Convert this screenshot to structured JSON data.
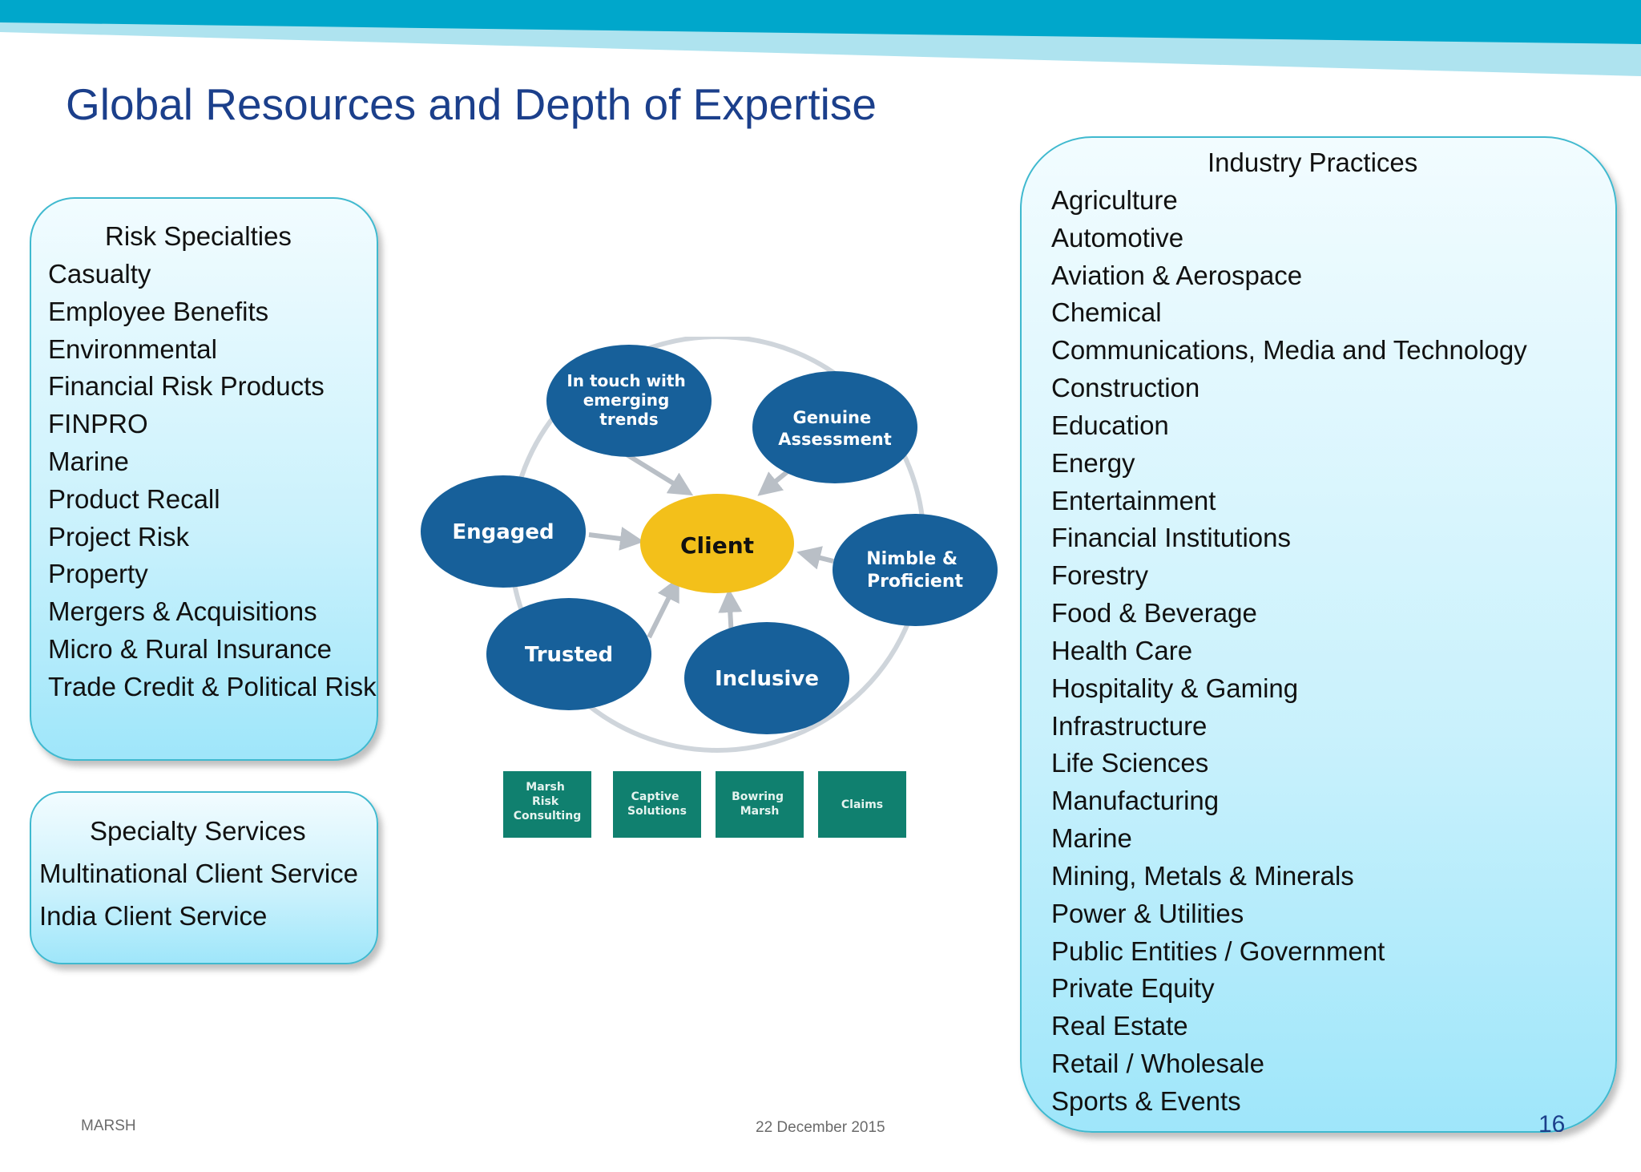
{
  "slide": {
    "title": "Global Resources and Depth of Expertise"
  },
  "risk_specialties": {
    "heading": "Risk Specialties",
    "items": [
      "Casualty",
      "Employee Benefits",
      "Environmental",
      "Financial Risk Products",
      "FINPRO",
      "Marine",
      "Product Recall",
      "Project Risk",
      "Property",
      "Mergers & Acquisitions",
      "Micro & Rural Insurance",
      "Trade Credit & Political Risk"
    ]
  },
  "specialty_services": {
    "heading": "Specialty Services",
    "items": [
      "Multinational Client Service",
      "India Client Service"
    ]
  },
  "industry_practices": {
    "heading": "Industry Practices",
    "items": [
      "Agriculture",
      "Automotive",
      "Aviation & Aerospace",
      "Chemical",
      "Communications, Media and Technology",
      "Construction",
      "Education",
      "Energy",
      "Entertainment",
      "Financial Institutions",
      "Forestry",
      "Food & Beverage",
      "Health Care",
      "Hospitality & Gaming",
      "Infrastructure",
      "Life Sciences",
      "Manufacturing",
      "Marine",
      "Mining, Metals & Minerals",
      "Power & Utilities",
      "Public Entities / Government",
      "Private Equity",
      "Real Estate",
      "Retail / Wholesale",
      "Sports & Events"
    ]
  },
  "client_diagram": {
    "center": "Client",
    "nodes": [
      {
        "lines": [
          "In touch with",
          "emerging",
          "trends"
        ]
      },
      {
        "lines": [
          "Genuine",
          "Assessment"
        ]
      },
      {
        "lines": [
          "Engaged"
        ]
      },
      {
        "lines": [
          "Nimble &",
          "Proficient"
        ]
      },
      {
        "lines": [
          "Trusted"
        ]
      },
      {
        "lines": [
          "Inclusive"
        ]
      }
    ],
    "boxes": [
      {
        "lines": [
          "Marsh",
          "Risk",
          "Consulting"
        ]
      },
      {
        "lines": [
          "Captive",
          "Solutions"
        ]
      },
      {
        "lines": [
          "Bowring",
          "Marsh"
        ]
      },
      {
        "lines": [
          "Claims"
        ]
      }
    ]
  },
  "footer": {
    "company": "MARSH",
    "date": "22 December 2015",
    "page": "16"
  },
  "colors": {
    "title": "#1b3f8b",
    "node_blue": "#17609a",
    "client_yellow": "#f3c01a",
    "box_green": "#10806f",
    "panel_border": "#3fb9cf",
    "top_bar": "#00a7cb"
  }
}
